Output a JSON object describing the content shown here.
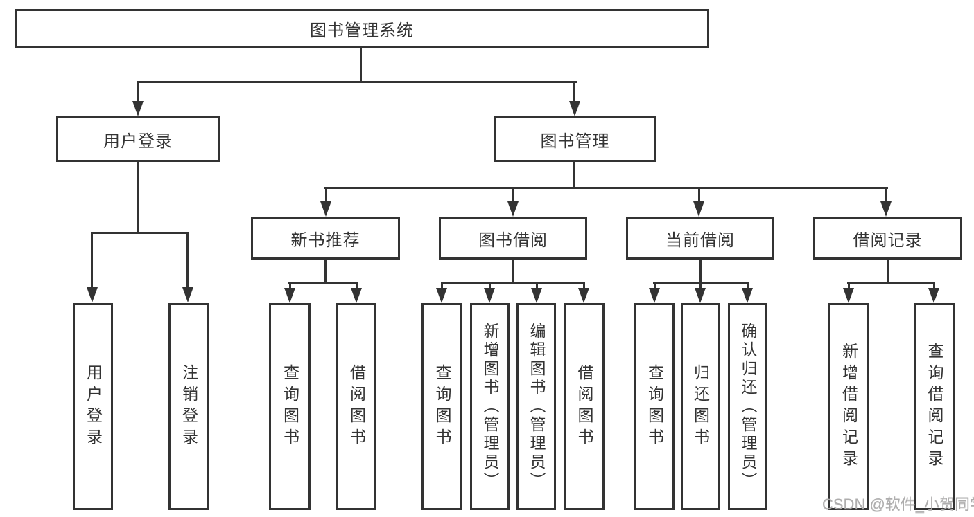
{
  "colors": {
    "line": "#333333",
    "text": "#333333",
    "background": "#ffffff",
    "watermark": "#aeadad"
  },
  "watermark": "CSDN @软件_小贺同学",
  "tree": {
    "label": "图书管理系统",
    "children": [
      {
        "label": "用户登录",
        "children": [
          {
            "label": "用户登录"
          },
          {
            "label": "注销登录"
          }
        ]
      },
      {
        "label": "图书管理",
        "children": [
          {
            "label": "新书推荐",
            "children": [
              {
                "label": "查询图书"
              },
              {
                "label": "借阅图书"
              }
            ]
          },
          {
            "label": "图书借阅",
            "children": [
              {
                "label": "查询图书"
              },
              {
                "label": "新增图书（管理员）"
              },
              {
                "label": "编辑图书（管理员）"
              },
              {
                "label": "借阅图书"
              }
            ]
          },
          {
            "label": "当前借阅",
            "children": [
              {
                "label": "查询图书"
              },
              {
                "label": "归还图书"
              },
              {
                "label": "确认归还（管理员）"
              }
            ]
          },
          {
            "label": "借阅记录",
            "children": [
              {
                "label": "新增借阅记录"
              },
              {
                "label": "查询借阅记录"
              }
            ]
          }
        ]
      }
    ]
  }
}
